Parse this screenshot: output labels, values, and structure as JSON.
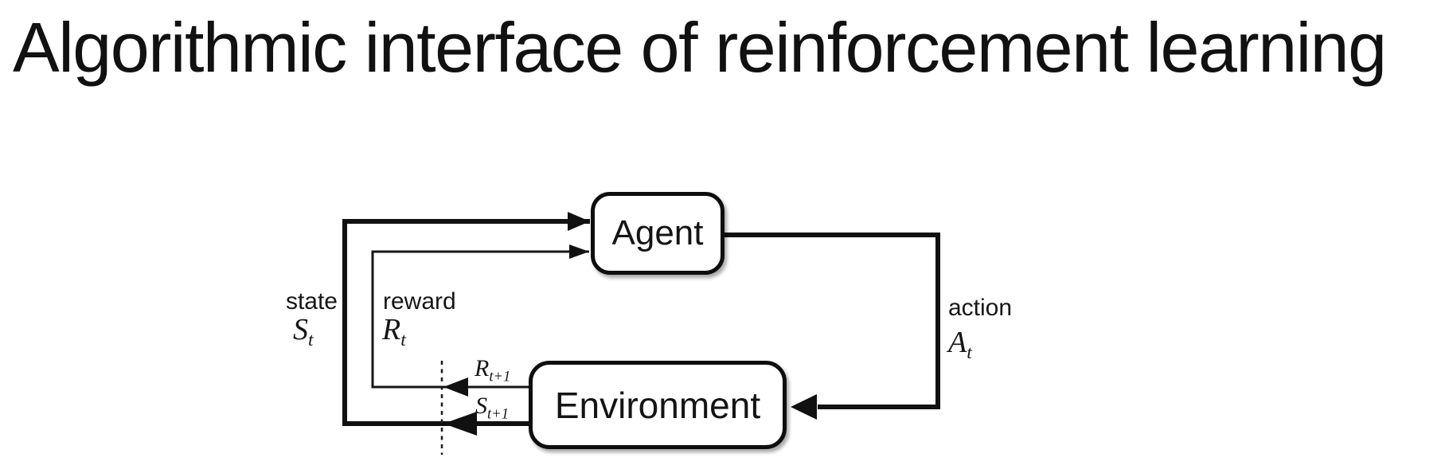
{
  "title": "Algorithmic interface of reinforcement learning",
  "diagram": {
    "agent": {
      "label": "Agent"
    },
    "environment": {
      "label": "Environment"
    },
    "state": {
      "word": "state",
      "symbol": "S",
      "subscript": "t"
    },
    "reward": {
      "word": "reward",
      "symbol": "R",
      "subscript": "t"
    },
    "action": {
      "word": "action",
      "symbol": "A",
      "subscript": "t"
    },
    "next_reward": {
      "symbol": "R",
      "subscript": "t+1"
    },
    "next_state": {
      "symbol": "S",
      "subscript": "t+1"
    },
    "colors": {
      "line": "#111111",
      "box_fill": "#ffffff",
      "text": "#161616",
      "background": "#ffffff"
    }
  }
}
